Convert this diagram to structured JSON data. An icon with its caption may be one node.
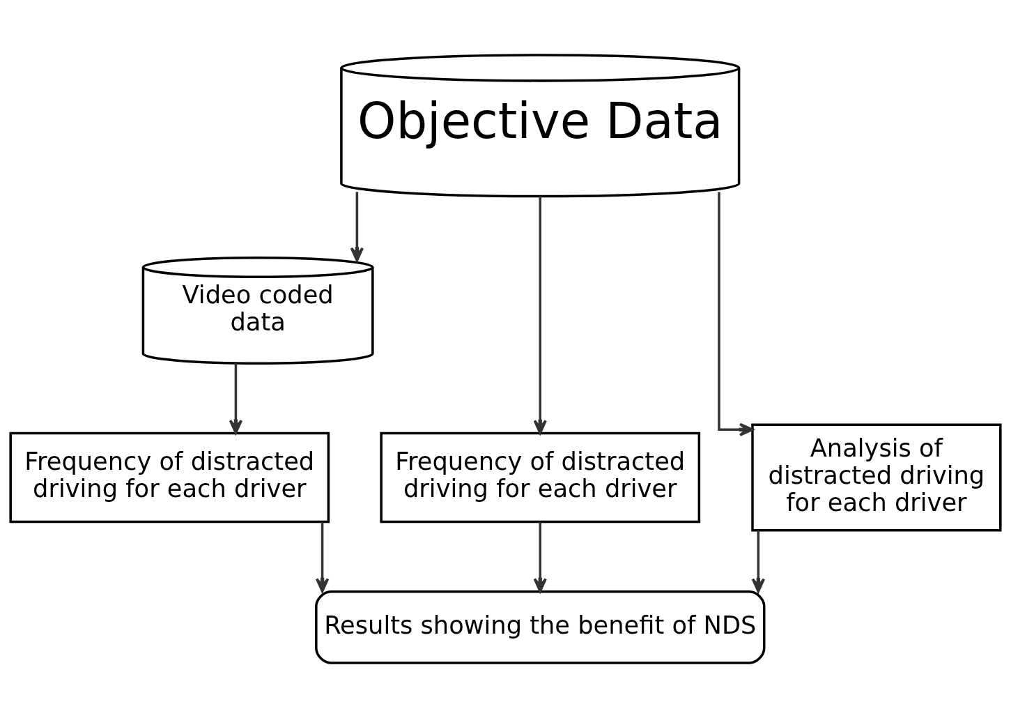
{
  "diagram": {
    "nodes": [
      {
        "text": [
          "Objective Data"
        ]
      },
      {
        "text": [
          "Video coded data"
        ]
      },
      {
        "text": [
          "Frequency of distracted driving for each driver"
        ]
      },
      {
        "text": [
          "Frequency of distracted driving for each driver"
        ]
      },
      {
        "text": [
          "Analysis of distracted driving for each driver"
        ]
      },
      {
        "text": [
          "Results showing the benefit of NDS"
        ]
      }
    ],
    "edges": [
      {
        "from": 0,
        "to": 1,
        "arrow": "to"
      },
      {
        "from": 0,
        "to": 2,
        "arrow": "to"
      },
      {
        "from": 0,
        "to": 4,
        "arrow": "to"
      },
      {
        "from": 1,
        "to": 3,
        "arrow": "to"
      },
      {
        "from": 4,
        "to": 5,
        "arrow": "to"
      },
      {
        "from": 2,
        "to": 5,
        "arrow": "to"
      },
      {
        "from": 3,
        "to": 5,
        "arrow": "to"
      }
    ]
  }
}
